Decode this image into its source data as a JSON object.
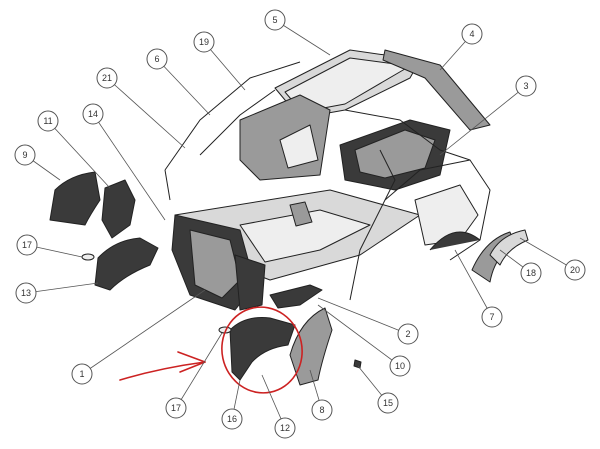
{
  "callouts": [
    {
      "id": "c1",
      "label": "1"
    },
    {
      "id": "c2",
      "label": "2"
    },
    {
      "id": "c3",
      "label": "3"
    },
    {
      "id": "c4",
      "label": "4"
    },
    {
      "id": "c5",
      "label": "5"
    },
    {
      "id": "c6",
      "label": "6"
    },
    {
      "id": "c7",
      "label": "7"
    },
    {
      "id": "c8",
      "label": "8"
    },
    {
      "id": "c9",
      "label": "9"
    },
    {
      "id": "c10",
      "label": "10"
    },
    {
      "id": "c11",
      "label": "11"
    },
    {
      "id": "c12",
      "label": "12"
    },
    {
      "id": "c13",
      "label": "13"
    },
    {
      "id": "c14",
      "label": "14"
    },
    {
      "id": "c15",
      "label": "15"
    },
    {
      "id": "c16",
      "label": "16"
    },
    {
      "id": "c17a",
      "label": "17"
    },
    {
      "id": "c17b",
      "label": "17"
    },
    {
      "id": "c18",
      "label": "18"
    },
    {
      "id": "c19",
      "label": "19"
    },
    {
      "id": "c20",
      "label": "20"
    },
    {
      "id": "c21",
      "label": "21"
    }
  ],
  "annotation_color": "#cc2222"
}
